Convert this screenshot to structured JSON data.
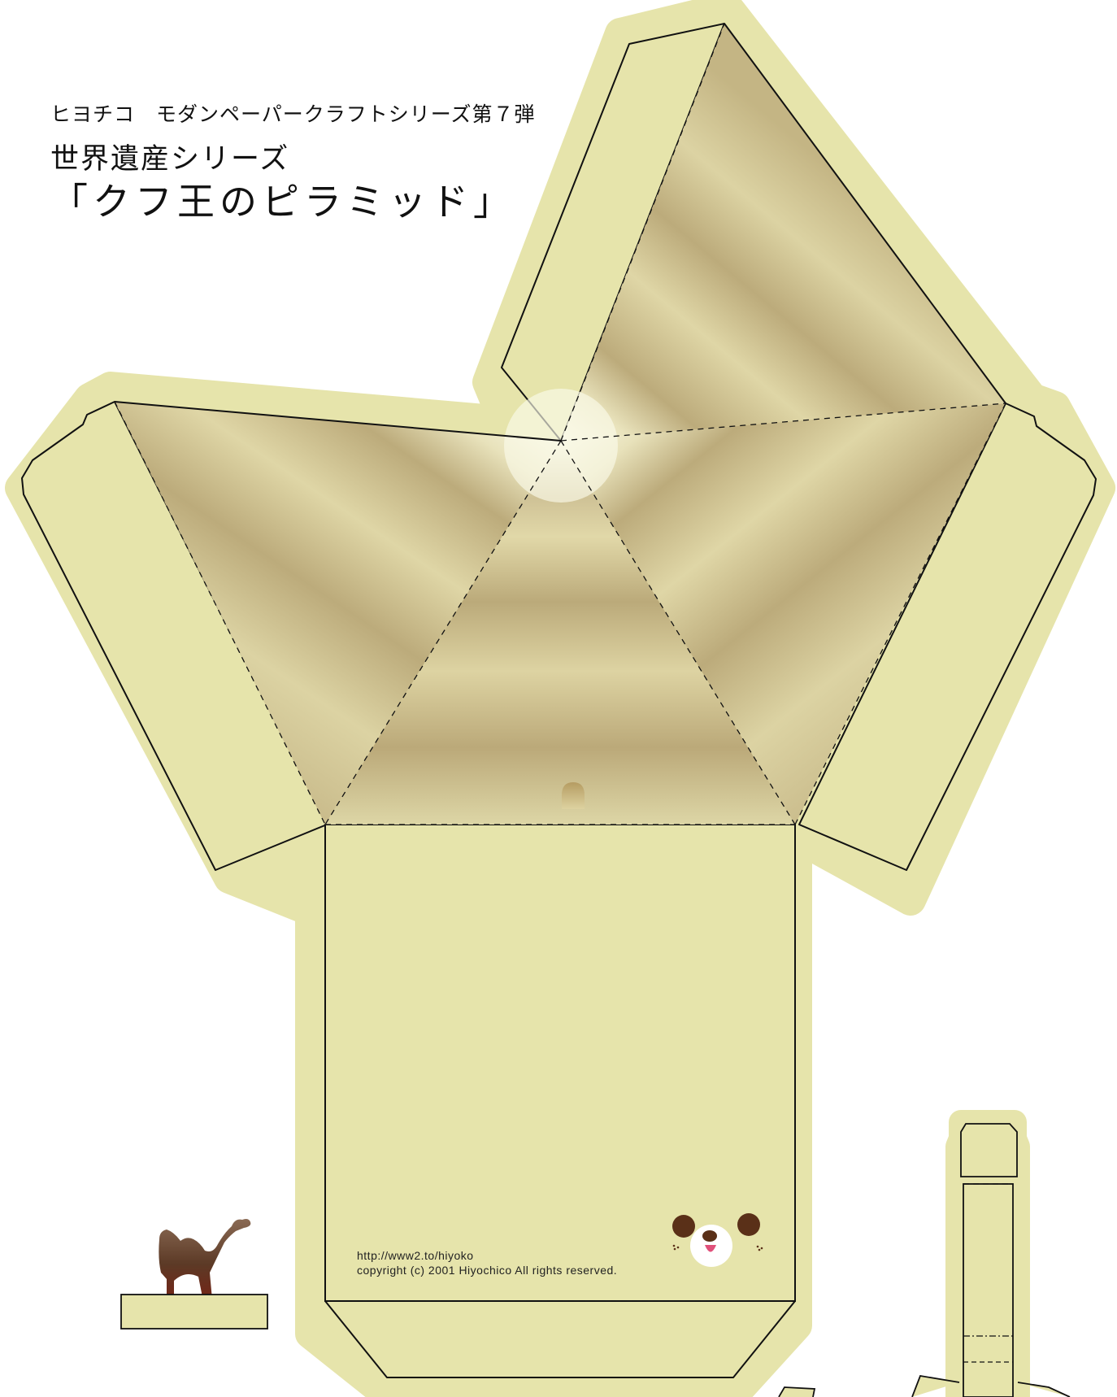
{
  "header": {
    "subtitle": "ヒヨチコ　モダンペーパークラフトシリーズ第７弾",
    "series": "世界遺産シリーズ",
    "title": "「クフ王のピラミッド」"
  },
  "footer": {
    "url": "http://www2.to/hiyoko",
    "copyright": "copyright (c) 2001 Hiyochico All rights reserved."
  },
  "colors": {
    "paper": "#e6e4ab",
    "outline": "#111111",
    "stone_dark": "#b9a878",
    "stone_light": "#f6f4dc",
    "camel": "#6a4832",
    "face_eye": "#5a3018",
    "tongue": "#e0507a"
  },
  "icons": [
    "camel-icon",
    "puppy-face-icon",
    "pyramid-door-icon"
  ]
}
